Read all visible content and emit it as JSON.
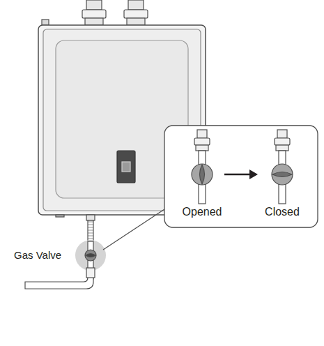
{
  "diagram": {
    "labels": [
      "Gas Valve",
      "Opened",
      "Closed"
    ]
  }
}
